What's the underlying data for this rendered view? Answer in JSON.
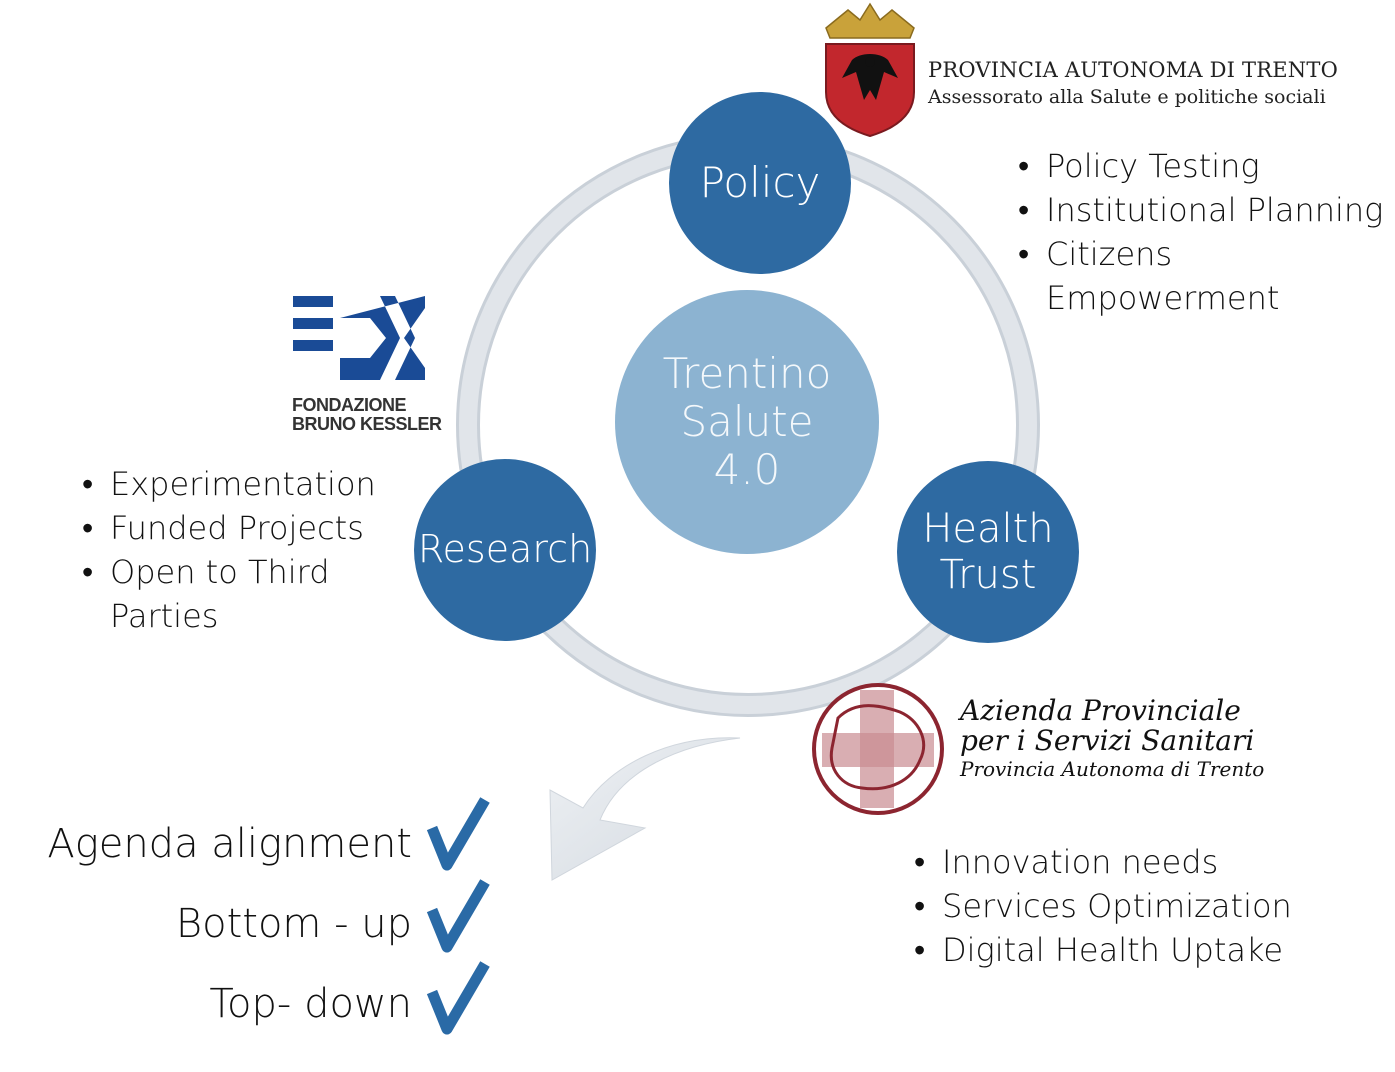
{
  "center": {
    "line1": "Trentino",
    "line2": "Salute",
    "line3": "4.0"
  },
  "nodes": {
    "policy": "Policy",
    "research": "Research",
    "health_trust": {
      "line1": "Health",
      "line2": "Trust"
    }
  },
  "logos": {
    "provincia": {
      "line1": "PROVINCIA AUTONOMA DI TRENTO",
      "line2": "Assessorato alla Salute e politiche sociali"
    },
    "fbk": {
      "line1": "FONDAZIONE",
      "line2": "BRUNO KESSLER"
    },
    "apss": {
      "line1": "Azienda Provinciale",
      "line2": "per i Servizi Sanitari",
      "line3": "Provincia Autonoma di Trento"
    }
  },
  "policy_bullets": [
    "Policy Testing",
    "Institutional Planning",
    "Citizens Empowerment"
  ],
  "research_bullets": [
    "Experimentation",
    "Funded Projects",
    "Open to Third Parties"
  ],
  "health_bullets": [
    "Innovation needs",
    "Services Optimization",
    "Digital Health Uptake"
  ],
  "checks": [
    "Agenda alignment",
    "Bottom - up",
    "Top- down"
  ],
  "colors": {
    "node": "#2e6aa2",
    "center": "#8cb3d1",
    "ring": "#dde2e8",
    "check": "#2a6aa6",
    "logo_blue": "#1a4b96",
    "apss_red": "#8c2530"
  }
}
